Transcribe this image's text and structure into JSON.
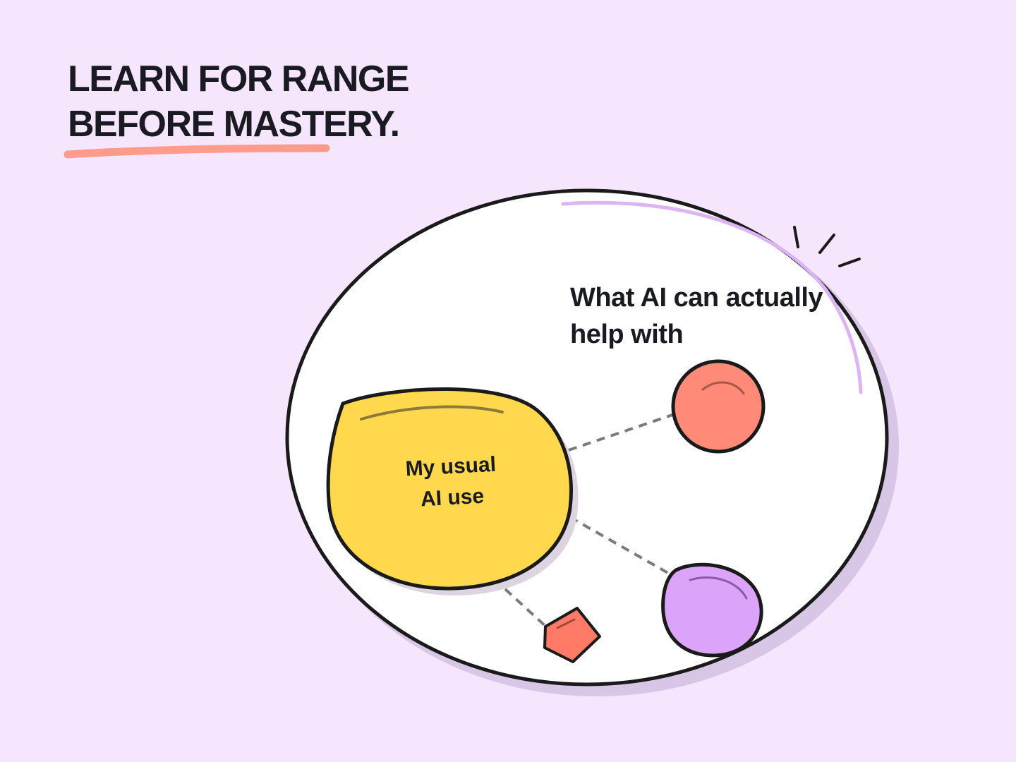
{
  "headline": {
    "line1": "LEARN FOR RANGE",
    "line2": "BEFORE MASTERY."
  },
  "outer_region": {
    "label_line1": "What AI can actually",
    "label_line2": "help with"
  },
  "inner_region": {
    "label_line1": "My usual",
    "label_line2": "AI use"
  },
  "colors": {
    "background": "#f5e6fd",
    "outline": "#1a1a1a",
    "underline": "#ff9b8a",
    "highlight_arc": "#dcb3f5",
    "yellow_blob": "#ffd84d",
    "coral_circle": "#ff8a78",
    "purple_blob": "#dba3f9",
    "pentagon": "#ff7b68",
    "connector": "#7a7a7a",
    "shadow": "#d8c6e6"
  }
}
